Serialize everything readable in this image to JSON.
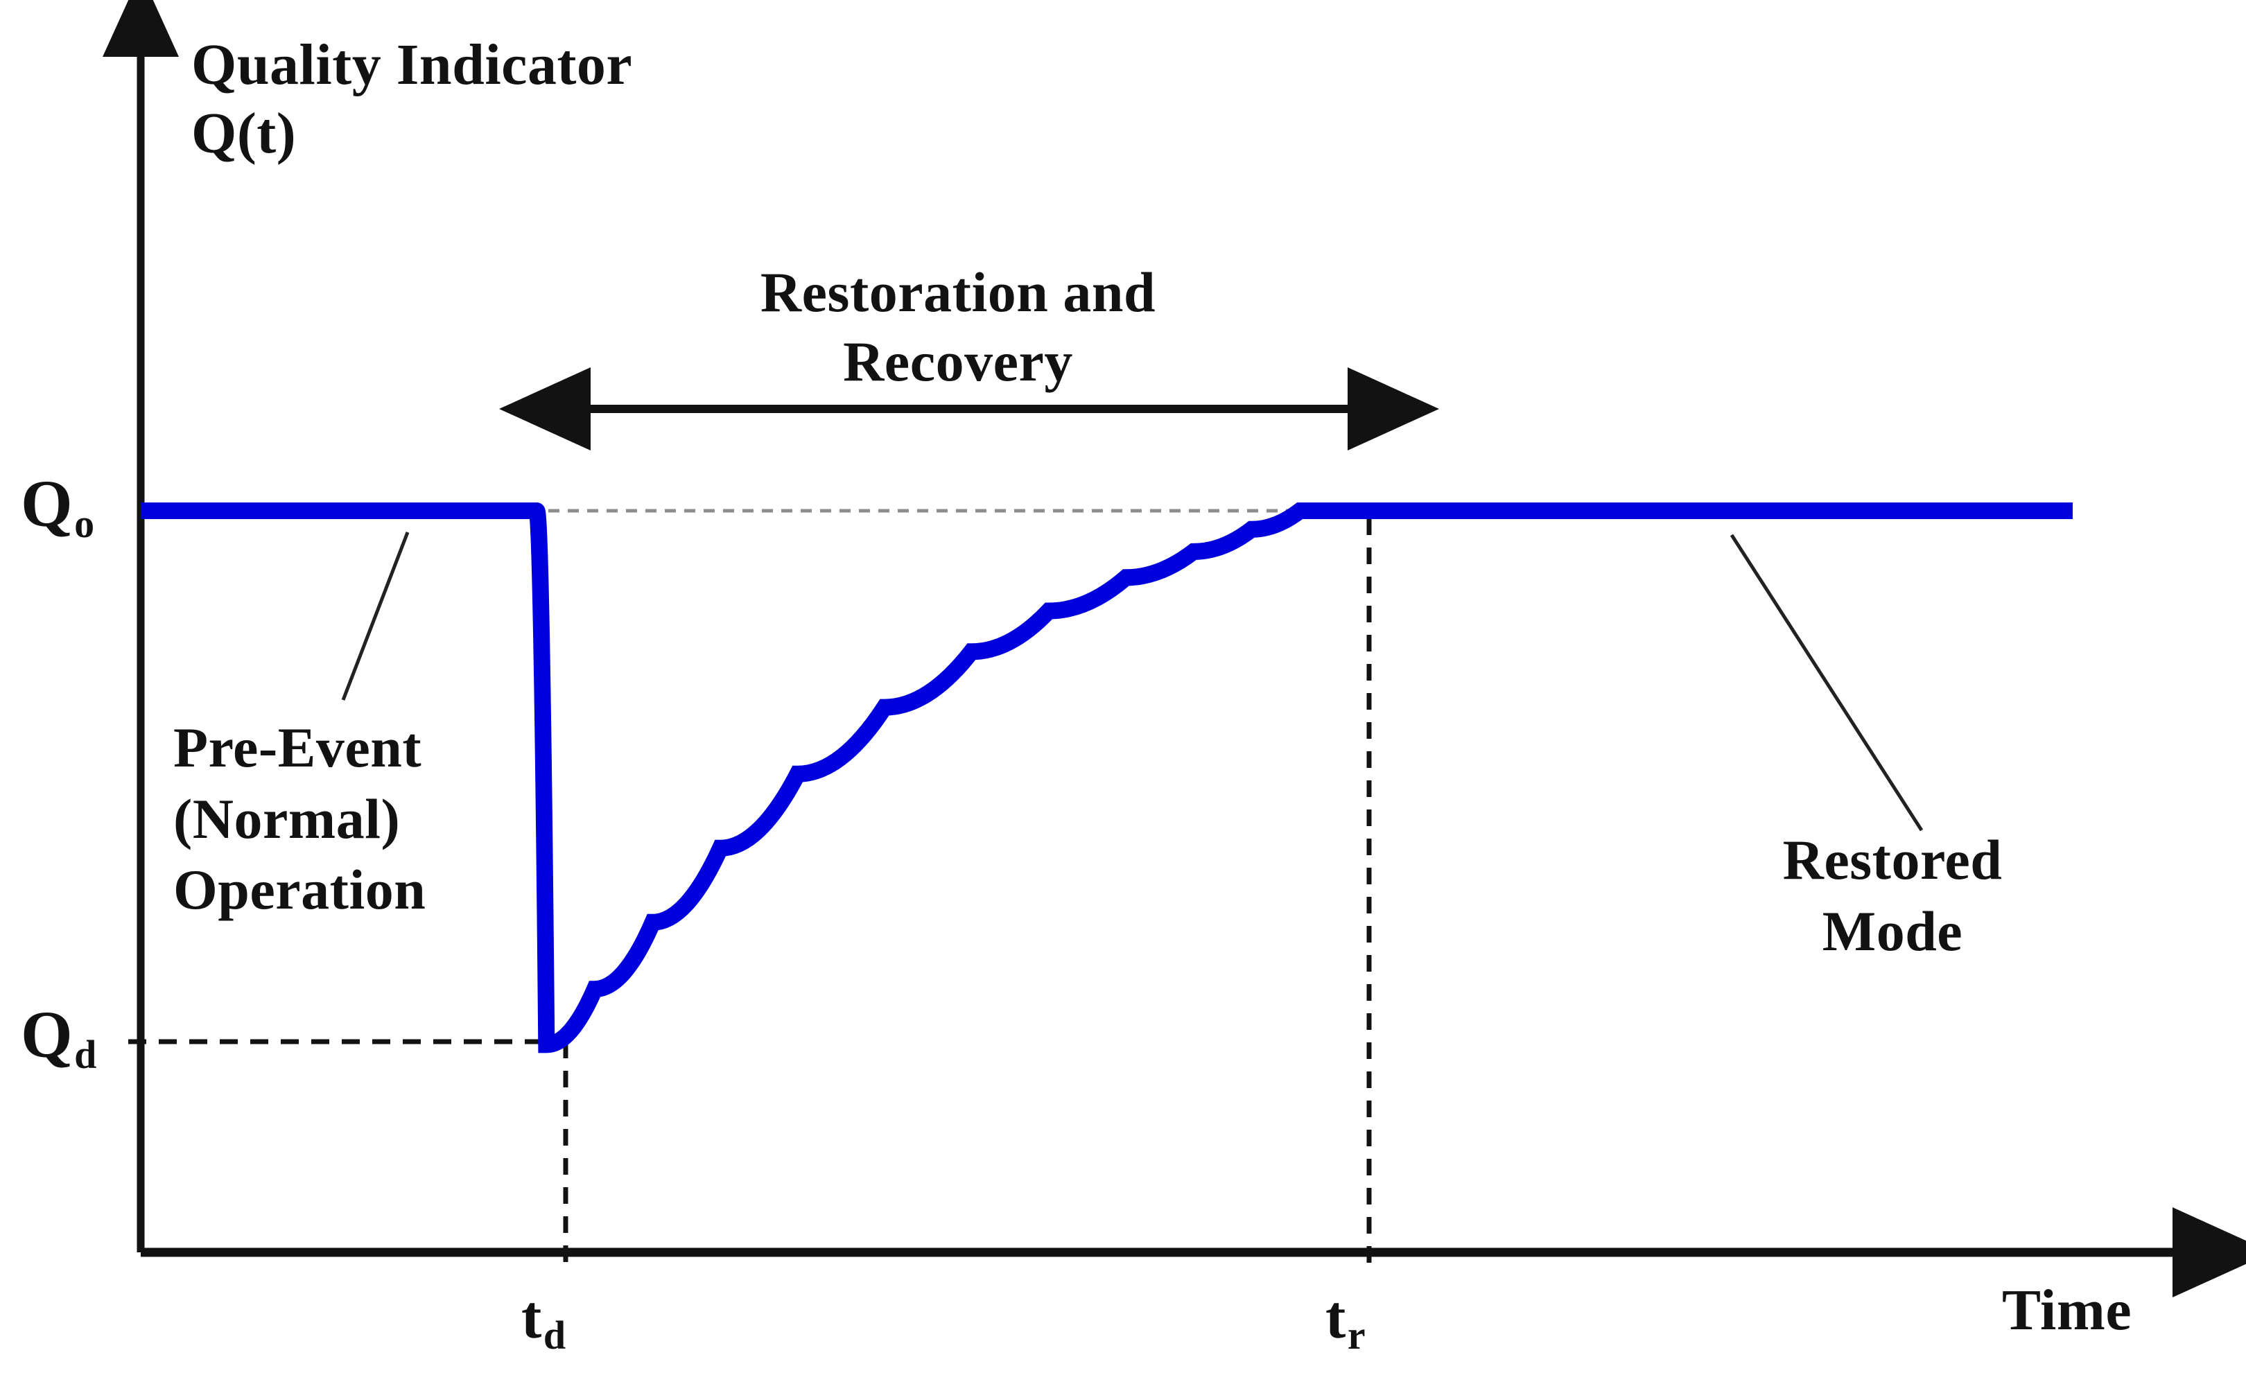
{
  "figure": {
    "background_color": "#ffffff",
    "curve_color": "#0000dd",
    "axis_color": "#121212",
    "guide_color": "#555555"
  },
  "axes": {
    "y_title_line1": "Quality Indicator",
    "y_title_line2": "Q(t)",
    "x_title": "Time",
    "y_ticks": [
      {
        "base": "Q",
        "sub": "o",
        "name": "q-nominal"
      },
      {
        "base": "Q",
        "sub": "d",
        "name": "q-disrupted"
      }
    ],
    "x_ticks": [
      {
        "base": "t",
        "sub": "d",
        "name": "t-disruption"
      },
      {
        "base": "t",
        "sub": "r",
        "name": "t-restored"
      }
    ]
  },
  "annotations": {
    "restoration_line1": "Restoration and",
    "restoration_line2": "Recovery",
    "preevent_line1": "Pre-Event",
    "preevent_line2": "(Normal)",
    "preevent_line3": "Operation",
    "restored_line1": "Restored",
    "restored_line2": "Mode"
  },
  "chart_data": {
    "type": "line",
    "title": "",
    "subtitle": "",
    "xlabel": "Time",
    "ylabel": "Quality Indicator Q(t)",
    "grid": false,
    "legend": null,
    "xlim": [
      0,
      1
    ],
    "ylim": [
      0,
      1
    ],
    "axis_ticks": {
      "x": [
        {
          "label": "t_d",
          "value": 0.21
        },
        {
          "label": "t_r",
          "value": 0.6
        }
      ],
      "y": [
        {
          "label": "Q_o",
          "value": 1.0
        },
        {
          "label": "Q_d",
          "value": 0.28
        }
      ]
    },
    "annotations": [
      {
        "text": "Restoration and Recovery",
        "type": "double-arrow-span",
        "x_start": 0.21,
        "x_end": 0.6
      },
      {
        "text": "Pre-Event (Normal) Operation",
        "type": "leader-label",
        "x": 0.13,
        "y": 1.0
      },
      {
        "text": "Restored Mode",
        "type": "leader-label",
        "x": 0.77,
        "y": 1.0
      }
    ],
    "guides": [
      {
        "type": "hline",
        "label": "Q_o",
        "value": 1.0,
        "style": "dashed"
      },
      {
        "type": "hline",
        "label": "Q_d",
        "value": 0.28,
        "style": "dashed"
      },
      {
        "type": "vline",
        "label": "t_d",
        "value": 0.21,
        "style": "dashed"
      },
      {
        "type": "vline",
        "label": "t_r",
        "value": 0.6,
        "style": "dashed"
      }
    ],
    "series": [
      {
        "name": "Q(t)",
        "color": "#0000dd",
        "x": [
          0.0,
          0.05,
          0.1,
          0.15,
          0.205,
          0.21,
          0.235,
          0.265,
          0.3,
          0.34,
          0.385,
          0.43,
          0.47,
          0.51,
          0.545,
          0.575,
          0.6,
          0.64,
          0.7,
          0.78,
          0.86,
          0.94,
          1.0
        ],
        "y": [
          1.0,
          1.0,
          1.0,
          1.0,
          1.0,
          0.28,
          0.355,
          0.445,
          0.545,
          0.645,
          0.735,
          0.81,
          0.865,
          0.91,
          0.945,
          0.975,
          1.0,
          1.0,
          1.0,
          1.0,
          1.0,
          1.0,
          1.0
        ]
      }
    ]
  }
}
